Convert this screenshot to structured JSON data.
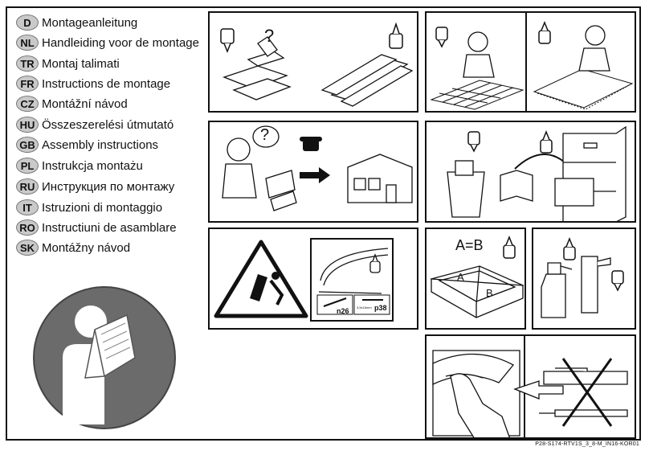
{
  "languages": [
    {
      "code": "D",
      "text": "Montageanleitung"
    },
    {
      "code": "NL",
      "text": "Handleiding voor de montage"
    },
    {
      "code": "TR",
      "text": "Montaj talimati"
    },
    {
      "code": "FR",
      "text": "Instructions de montage"
    },
    {
      "code": "CZ",
      "text": "Montážní návod"
    },
    {
      "code": "HU",
      "text": "Összeszerelési útmutató"
    },
    {
      "code": "GB",
      "text": "Assembly instructions"
    },
    {
      "code": "PL",
      "text": "Instrukcja montażu"
    },
    {
      "code": "RU",
      "text": "Инструкция по монтажу"
    },
    {
      "code": "IT",
      "text": "Istruzioni di montaggio"
    },
    {
      "code": "RO",
      "text": "Instructiuni de asamblare"
    },
    {
      "code": "SK",
      "text": "Montážny návod"
    }
  ],
  "panels": {
    "question_mark": "?",
    "equation": "A=B",
    "label_a": "A",
    "label_b": "B",
    "part_n26": "n26",
    "part_p38": "p38",
    "screw_size": "3,5x16mm"
  },
  "document_code": "P28-S174-RTV1S_3_8-M_IN16-KOR01"
}
